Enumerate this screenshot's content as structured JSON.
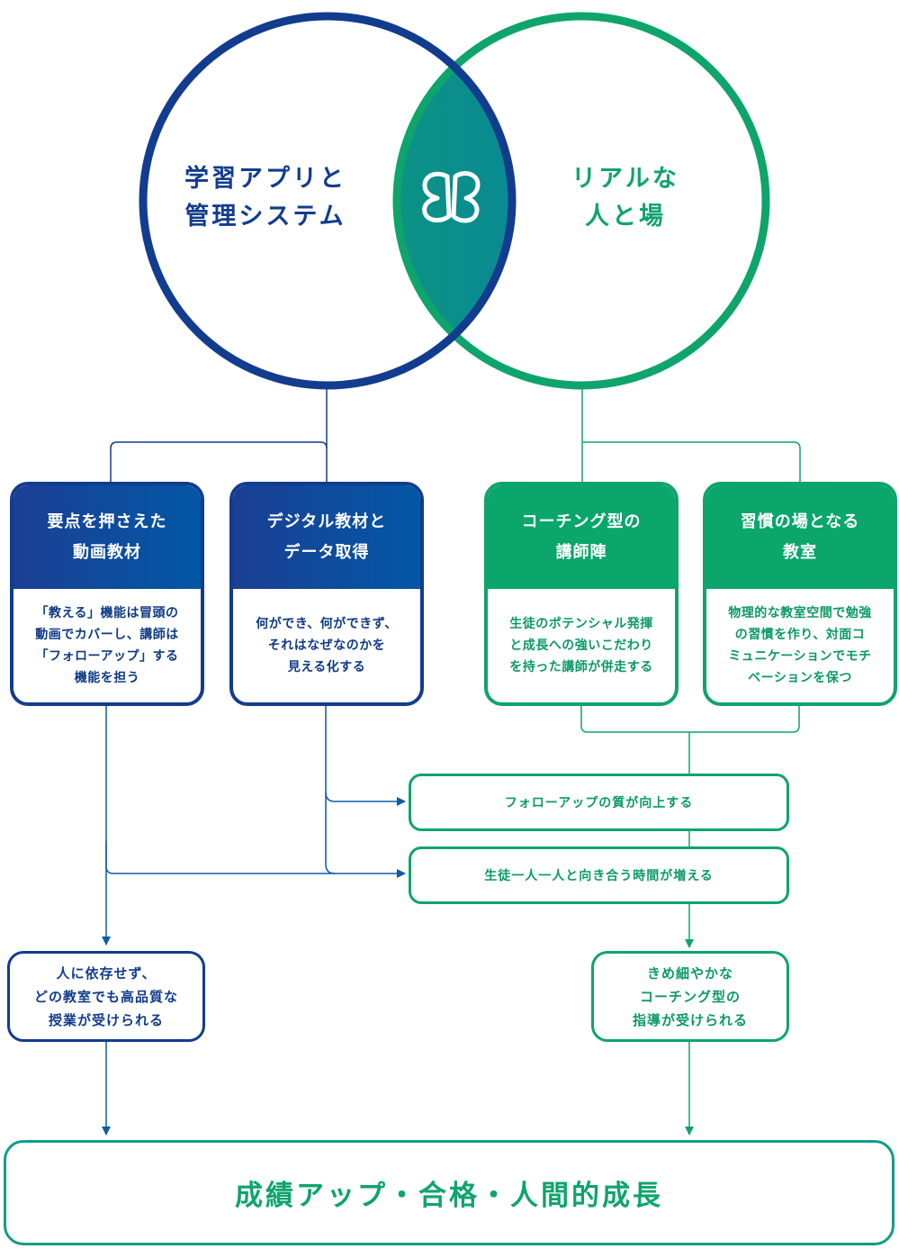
{
  "colors": {
    "blue": "#123c8e",
    "blue_light": "#0357a6",
    "green": "#0fa46c",
    "teal": "#0f9d8a"
  },
  "venn": {
    "left_lines": [
      "学習アプリと",
      "管理システム"
    ],
    "right_lines": [
      "リアルな",
      "人と場"
    ],
    "center_icon": "logo-icon"
  },
  "cards": [
    {
      "head": [
        "要点を押さえた",
        "動画教材"
      ],
      "body": [
        "「教える」機能は冒頭の",
        "動画でカバーし、講師は",
        "「フォローアップ」する",
        "機能を担う"
      ]
    },
    {
      "head": [
        "デジタル教材と",
        "データ取得"
      ],
      "body": [
        "何ができ、何ができず、",
        "それはなぜなのかを",
        "見える化する"
      ]
    },
    {
      "head": [
        "コーチング型の",
        "講師陣"
      ],
      "body": [
        "生徒のポテンシャル発揮",
        "と成長への強いこだわり",
        "を持った講師が併走する"
      ]
    },
    {
      "head": [
        "習慣の場となる",
        "教室"
      ],
      "body": [
        "物理的な教室空間で勉強",
        "の習慣を作り、対面コ",
        "ミュニケーションでモチ",
        "ベーションを保つ"
      ]
    }
  ],
  "pills": [
    "フォローアップの質が向上する",
    "生徒一人一人と向き合う時間が増える"
  ],
  "results": {
    "left": [
      "人に依存せず、",
      "どの教室でも高品質な",
      "授業が受けられる"
    ],
    "right": [
      "きめ細やかな",
      "コーチング型の",
      "指導が受けられる"
    ]
  },
  "final": "成績アップ・合格・人間的成長"
}
